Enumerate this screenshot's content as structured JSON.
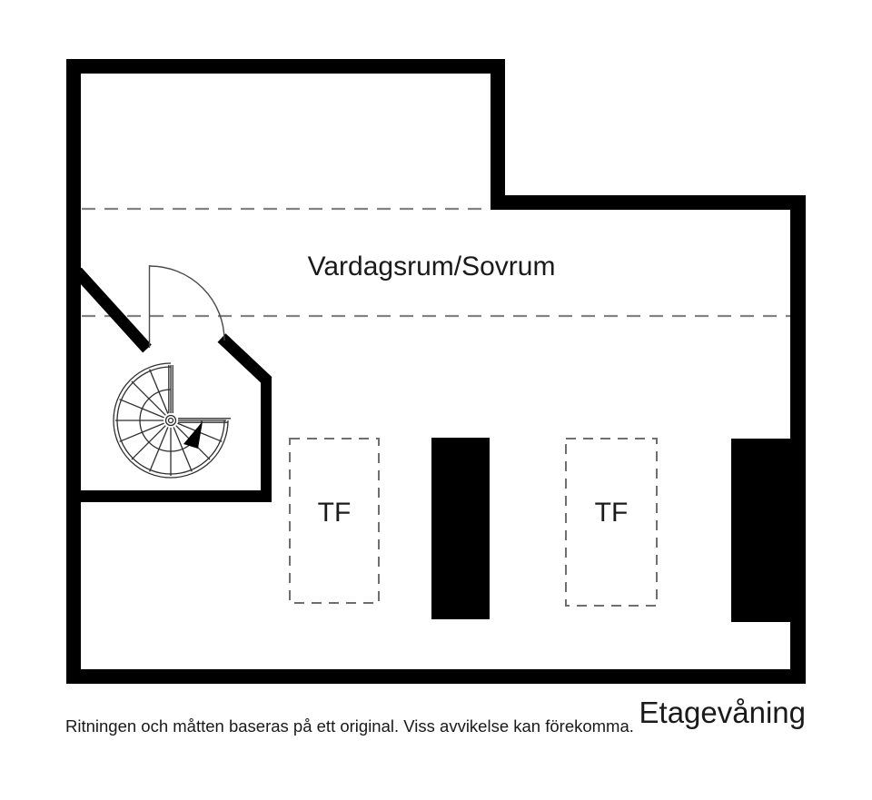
{
  "plan": {
    "room_label": "Vardagsrum/Sovrum",
    "floor_label": "Etagevåning",
    "disclaimer": "Ritningen och måtten baseras på ett original. Viss avvikelse kan förekomma.",
    "skylights": [
      {
        "label": "TF"
      },
      {
        "label": "TF"
      }
    ],
    "colors": {
      "wall": "#000000",
      "dashed_line": "#828282",
      "skylight_dash": "#6f6f6f",
      "stair_line": "#2e2e2e",
      "text": "#1a1a1a",
      "background": "#ffffff"
    }
  }
}
